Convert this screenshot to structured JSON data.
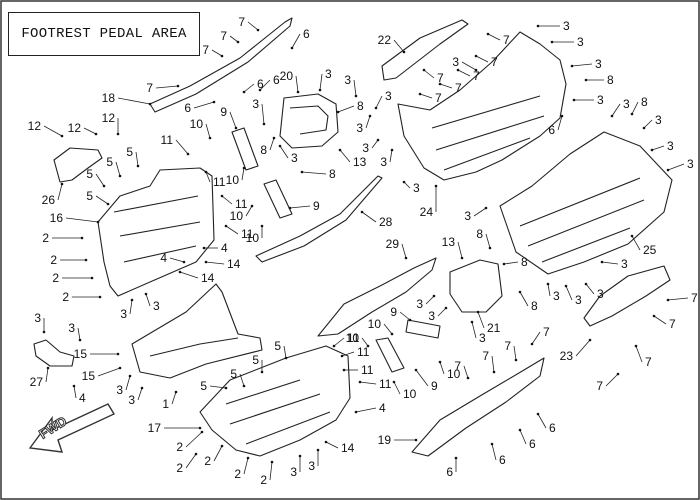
{
  "title": "FOOTREST PEDAL AREA",
  "fwd_label": "FWD",
  "parts": [
    {
      "id": "c1",
      "label": "1"
    },
    {
      "id": "c2a",
      "label": "2"
    },
    {
      "id": "c2b",
      "label": "2"
    },
    {
      "id": "c2c",
      "label": "2"
    },
    {
      "id": "c2d",
      "label": "2"
    },
    {
      "id": "c2e",
      "label": "2"
    },
    {
      "id": "c2f",
      "label": "2"
    },
    {
      "id": "c2g",
      "label": "2"
    },
    {
      "id": "c2h",
      "label": "2"
    },
    {
      "id": "c2i",
      "label": "2"
    },
    {
      "id": "c3a",
      "label": "3"
    },
    {
      "id": "c3b",
      "label": "3"
    },
    {
      "id": "c3c",
      "label": "3"
    },
    {
      "id": "c3d",
      "label": "3"
    },
    {
      "id": "c3e",
      "label": "3"
    },
    {
      "id": "c3f",
      "label": "3"
    },
    {
      "id": "c3g",
      "label": "3"
    },
    {
      "id": "c3h",
      "label": "3"
    },
    {
      "id": "c3i",
      "label": "3"
    },
    {
      "id": "c3j",
      "label": "3"
    },
    {
      "id": "c3k",
      "label": "3"
    },
    {
      "id": "c3l",
      "label": "3"
    },
    {
      "id": "c3m",
      "label": "3"
    },
    {
      "id": "c3n",
      "label": "3"
    },
    {
      "id": "c3o",
      "label": "3"
    },
    {
      "id": "c3p",
      "label": "3"
    },
    {
      "id": "c3q",
      "label": "3"
    },
    {
      "id": "c3r",
      "label": "3"
    },
    {
      "id": "c3s",
      "label": "3"
    },
    {
      "id": "c3t",
      "label": "3"
    },
    {
      "id": "c3u",
      "label": "3"
    },
    {
      "id": "c3v",
      "label": "3"
    },
    {
      "id": "c3w",
      "label": "3"
    },
    {
      "id": "c3x",
      "label": "3"
    },
    {
      "id": "c3y",
      "label": "3"
    },
    {
      "id": "c3z",
      "label": "3"
    },
    {
      "id": "c3aa",
      "label": "3"
    },
    {
      "id": "c3ab",
      "label": "3"
    },
    {
      "id": "c3ac",
      "label": "3"
    },
    {
      "id": "c3ad",
      "label": "3"
    },
    {
      "id": "c3ae",
      "label": "3"
    },
    {
      "id": "c3af",
      "label": "3"
    },
    {
      "id": "c3ag",
      "label": "3"
    },
    {
      "id": "c3ah",
      "label": "3"
    },
    {
      "id": "c4a",
      "label": "4"
    },
    {
      "id": "c4b",
      "label": "4"
    },
    {
      "id": "c4c",
      "label": "4"
    },
    {
      "id": "c4d",
      "label": "4"
    },
    {
      "id": "c5a",
      "label": "5"
    },
    {
      "id": "c5b",
      "label": "5"
    },
    {
      "id": "c5c",
      "label": "5"
    },
    {
      "id": "c5d",
      "label": "5"
    },
    {
      "id": "c5e",
      "label": "5"
    },
    {
      "id": "c5f",
      "label": "5"
    },
    {
      "id": "c5g",
      "label": "5"
    },
    {
      "id": "c5h",
      "label": "5"
    },
    {
      "id": "c6a",
      "label": "6"
    },
    {
      "id": "c6b",
      "label": "6"
    },
    {
      "id": "c6c",
      "label": "6"
    },
    {
      "id": "c6d",
      "label": "6"
    },
    {
      "id": "c6e",
      "label": "6"
    },
    {
      "id": "c6f",
      "label": "6"
    },
    {
      "id": "c6g",
      "label": "6"
    },
    {
      "id": "c6h",
      "label": "6"
    },
    {
      "id": "c6i",
      "label": "6"
    },
    {
      "id": "c7a",
      "label": "7"
    },
    {
      "id": "c7b",
      "label": "7"
    },
    {
      "id": "c7c",
      "label": "7"
    },
    {
      "id": "c7d",
      "label": "7"
    },
    {
      "id": "c7e",
      "label": "7"
    },
    {
      "id": "c7f",
      "label": "7"
    },
    {
      "id": "c7g",
      "label": "7"
    },
    {
      "id": "c7h",
      "label": "7"
    },
    {
      "id": "c7i",
      "label": "7"
    },
    {
      "id": "c7j",
      "label": "7"
    },
    {
      "id": "c7k",
      "label": "7"
    },
    {
      "id": "c7l",
      "label": "7"
    },
    {
      "id": "c7m",
      "label": "7"
    },
    {
      "id": "c7n",
      "label": "7"
    },
    {
      "id": "c7o",
      "label": "7"
    },
    {
      "id": "c7p",
      "label": "7"
    },
    {
      "id": "c7q",
      "label": "7"
    },
    {
      "id": "c7r",
      "label": "7"
    },
    {
      "id": "c8a",
      "label": "8"
    },
    {
      "id": "c8b",
      "label": "8"
    },
    {
      "id": "c8c",
      "label": "8"
    },
    {
      "id": "c8d",
      "label": "8"
    },
    {
      "id": "c8e",
      "label": "8"
    },
    {
      "id": "c8f",
      "label": "8"
    },
    {
      "id": "c8g",
      "label": "8"
    },
    {
      "id": "c8h",
      "label": "8"
    },
    {
      "id": "c9a",
      "label": "9"
    },
    {
      "id": "c9b",
      "label": "9"
    },
    {
      "id": "c9c",
      "label": "9"
    },
    {
      "id": "c9d",
      "label": "9"
    },
    {
      "id": "c10a",
      "label": "10"
    },
    {
      "id": "c10b",
      "label": "10"
    },
    {
      "id": "c10c",
      "label": "10"
    },
    {
      "id": "c10d",
      "label": "10"
    },
    {
      "id": "c10e",
      "label": "10"
    },
    {
      "id": "c10f",
      "label": "10"
    },
    {
      "id": "c10g",
      "label": "10"
    },
    {
      "id": "c10h",
      "label": "10"
    },
    {
      "id": "c11a",
      "label": "11"
    },
    {
      "id": "c11b",
      "label": "11"
    },
    {
      "id": "c11c",
      "label": "11"
    },
    {
      "id": "c11d",
      "label": "11"
    },
    {
      "id": "c11e",
      "label": "11"
    },
    {
      "id": "c11f",
      "label": "11"
    },
    {
      "id": "c11g",
      "label": "11"
    },
    {
      "id": "c11h",
      "label": "11"
    },
    {
      "id": "c12a",
      "label": "12"
    },
    {
      "id": "c12b",
      "label": "12"
    },
    {
      "id": "c12c",
      "label": "12"
    },
    {
      "id": "c13a",
      "label": "13"
    },
    {
      "id": "c13b",
      "label": "13"
    },
    {
      "id": "c14a",
      "label": "14"
    },
    {
      "id": "c14b",
      "label": "14"
    },
    {
      "id": "c14c",
      "label": "14"
    },
    {
      "id": "c15a",
      "label": "15"
    },
    {
      "id": "c15b",
      "label": "15"
    },
    {
      "id": "c16",
      "label": "16"
    },
    {
      "id": "c17",
      "label": "17"
    },
    {
      "id": "c18",
      "label": "18"
    },
    {
      "id": "c19",
      "label": "19"
    },
    {
      "id": "c20",
      "label": "20"
    },
    {
      "id": "c21",
      "label": "21"
    },
    {
      "id": "c22",
      "label": "22"
    },
    {
      "id": "c23",
      "label": "23"
    },
    {
      "id": "c24",
      "label": "24"
    },
    {
      "id": "c25",
      "label": "25"
    },
    {
      "id": "c26",
      "label": "26"
    },
    {
      "id": "c27",
      "label": "27"
    },
    {
      "id": "c28",
      "label": "28"
    },
    {
      "id": "c29",
      "label": "29"
    }
  ]
}
